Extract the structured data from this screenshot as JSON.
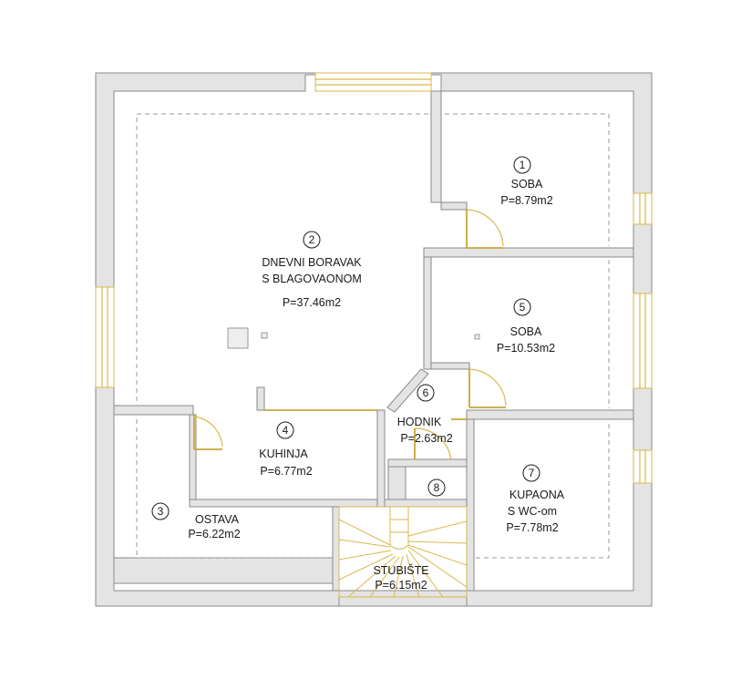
{
  "rooms": [
    {
      "id": "1",
      "name": "SOBA",
      "area": "P=8.79m2"
    },
    {
      "id": "2",
      "name": "DNEVNI BORAVAK",
      "name2": "S BLAGOVAONOM",
      "area": "P=37.46m2"
    },
    {
      "id": "3",
      "name": "OSTAVA",
      "area": "P=6.22m2"
    },
    {
      "id": "4",
      "name": "KUHINJA",
      "area": "P=6.77m2"
    },
    {
      "id": "5",
      "name": "SOBA",
      "area": "P=10.53m2"
    },
    {
      "id": "6",
      "name": "HODNIK",
      "area": "P=2.63m2"
    },
    {
      "id": "7",
      "name": "KUPAONA",
      "name2": "S WC-om",
      "area": "P=7.78m2"
    },
    {
      "id": "8"
    },
    {
      "name": "STUBIŠTE",
      "area": "P=6.15m2"
    }
  ],
  "colors": {
    "wall_fill": "#e4e4e4",
    "wall_stroke": "#8a8a8a",
    "accent_gold": "#d8b84a"
  }
}
